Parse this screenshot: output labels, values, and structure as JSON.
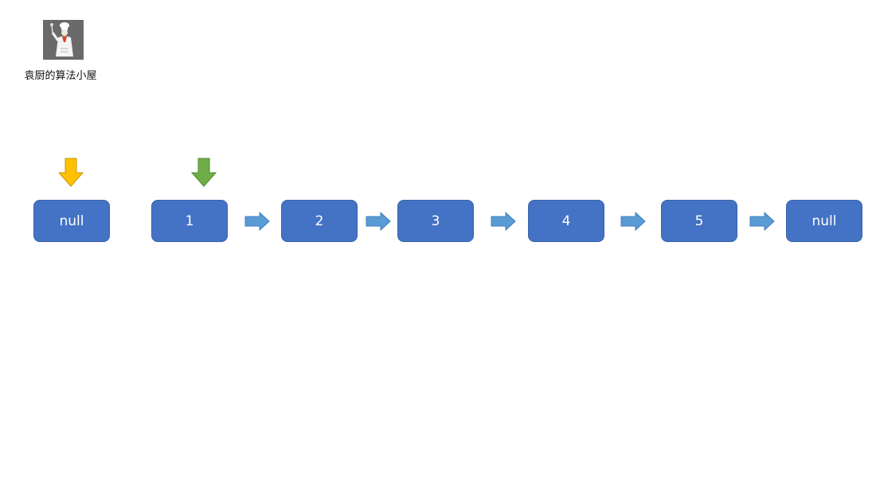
{
  "brand": {
    "name": "袁厨的算法小屋"
  },
  "list": {
    "nodes": [
      {
        "label": "null"
      },
      {
        "label": "1"
      },
      {
        "label": "2"
      },
      {
        "label": "3"
      },
      {
        "label": "4"
      },
      {
        "label": "5"
      },
      {
        "label": "null"
      }
    ]
  },
  "colors": {
    "node_fill": "#4472c4",
    "node_text": "#ffffff",
    "link_arrow": "#5b9bd5",
    "pointer_prev": "#ffc000",
    "pointer_curr": "#70ad47"
  }
}
